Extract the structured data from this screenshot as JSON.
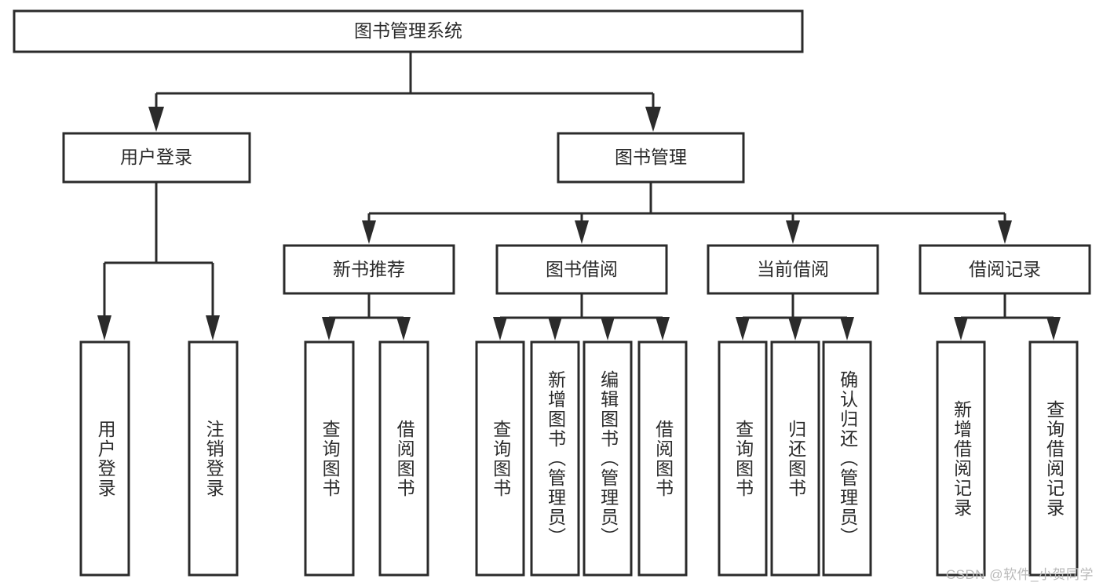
{
  "diagram": {
    "title": "图书管理系统",
    "type": "tree",
    "watermark": "CSDN @软件_小贺同学",
    "colors": {
      "stroke": "#2b2b2b",
      "fill": "#ffffff",
      "background": "#ffffff",
      "watermark": "#b9b9b9"
    },
    "root": {
      "label": "图书管理系统"
    },
    "level1": [
      {
        "label": "用户登录"
      },
      {
        "label": "图书管理"
      }
    ],
    "level2": [
      {
        "label": "新书推荐"
      },
      {
        "label": "图书借阅"
      },
      {
        "label": "当前借阅"
      },
      {
        "label": "借阅记录"
      }
    ],
    "leaves": {
      "user_login": [
        {
          "label": "用户登录"
        },
        {
          "label": "注销登录"
        }
      ],
      "new_book_recommend": [
        {
          "label": "查询图书"
        },
        {
          "label": "借阅图书"
        }
      ],
      "book_borrow": [
        {
          "label": "查询图书"
        },
        {
          "label": "新增图书（管理员）"
        },
        {
          "label": "编辑图书（管理员）"
        },
        {
          "label": "借阅图书"
        }
      ],
      "current_borrow": [
        {
          "label": "查询图书"
        },
        {
          "label": "归还图书"
        },
        {
          "label": "确认归还（管理员）"
        }
      ],
      "borrow_record": [
        {
          "label": "新增借阅记录"
        },
        {
          "label": "查询借阅记录"
        }
      ]
    }
  }
}
